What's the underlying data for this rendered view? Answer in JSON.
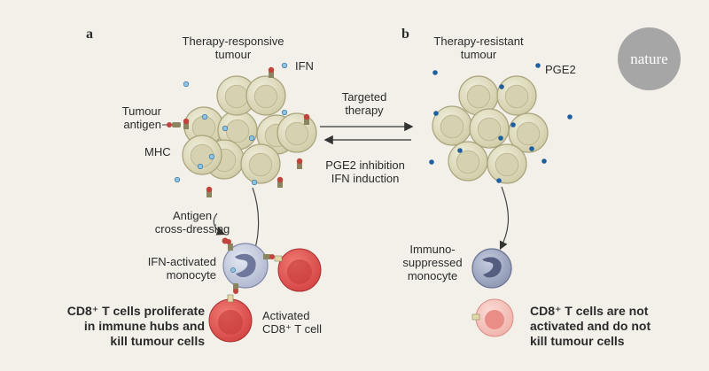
{
  "panels": {
    "a": "a",
    "b": "b"
  },
  "logo_text": "nature",
  "panel_a": {
    "title_line1": "Therapy-responsive",
    "title_line2": "tumour",
    "ifn": "IFN",
    "tumour_antigen_line1": "Tumour",
    "tumour_antigen_line2": "antigen",
    "mhc": "MHC",
    "antigen_line1": "Antigen",
    "antigen_line2": "cross-dressing",
    "monocyte_line1": "IFN-activated",
    "monocyte_line2": "monocyte",
    "activated_line1": "Activated",
    "activated_line2": "CD8⁺ T cell",
    "summary_line1": "CD8⁺ T cells proliferate",
    "summary_line2": "in immune hubs and",
    "summary_line3": "kill tumour cells"
  },
  "middle": {
    "targeted_line1": "Targeted",
    "targeted_line2": "therapy",
    "pge2_inhibition": "PGE2 inhibition",
    "ifn_induction": "IFN induction"
  },
  "panel_b": {
    "title_line1": "Therapy-resistant",
    "title_line2": "tumour",
    "pge2": "PGE2",
    "monocyte_line1": "Immuno-",
    "monocyte_line2": "suppressed",
    "monocyte_line3": "monocyte",
    "summary_line1": "CD8⁺ T cells are not",
    "summary_line2": "activated and do not",
    "summary_line3": "kill tumour cells"
  },
  "colors": {
    "background": "#f3f0e9",
    "tumour_cell": "#e1dec4",
    "ifn_dot": "#8ec3e3",
    "pge2_dot": "#1f5fa0",
    "mhc": "#8a8560",
    "antigen": "#c0433c",
    "monocyte": "#c9cfe2",
    "t_cell": "#e45c5c",
    "logo": "#a6a6a6"
  }
}
